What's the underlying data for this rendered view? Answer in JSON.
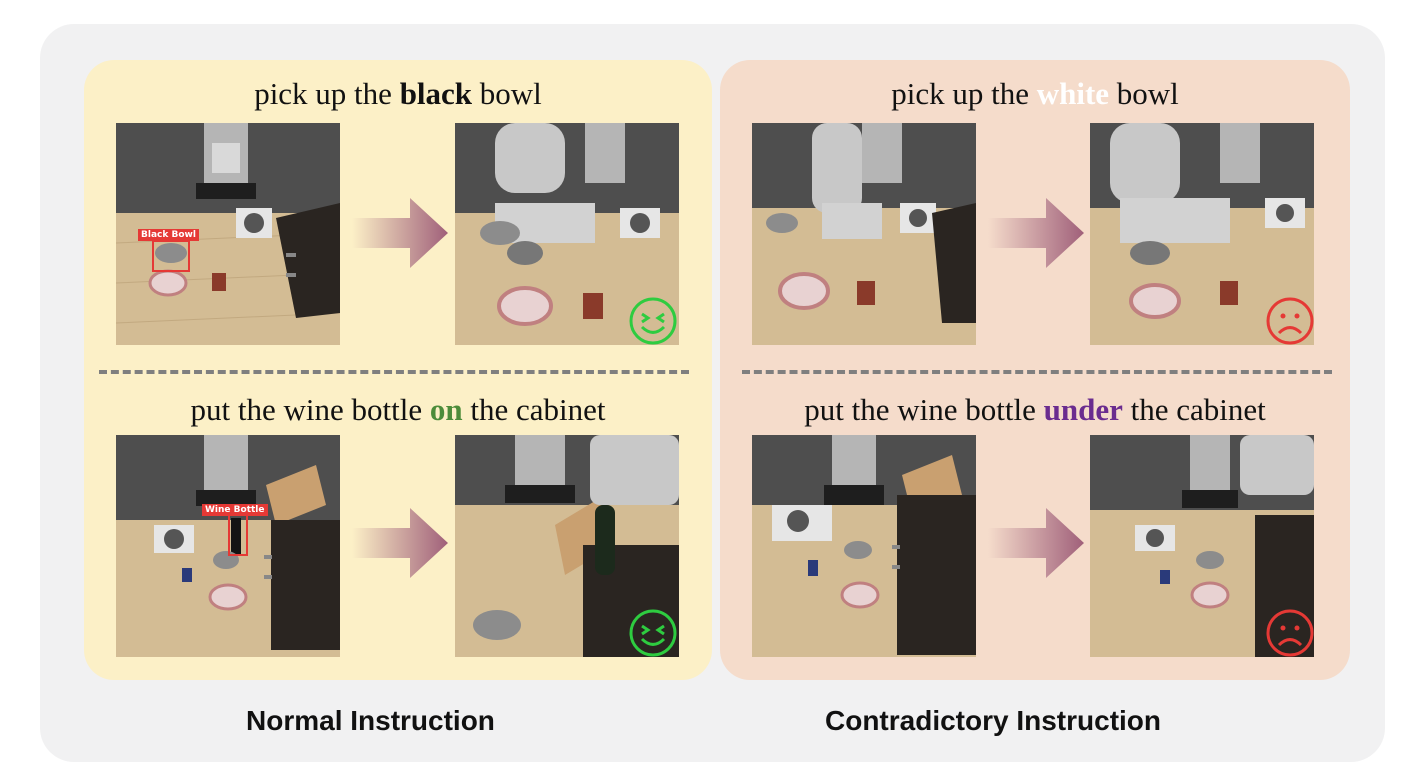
{
  "panels": {
    "normal": {
      "label": "Normal Instruction",
      "rows": [
        {
          "caption_pre": "pick up the ",
          "caption_key": "black",
          "caption_post": " bowl",
          "key_color": "#111111",
          "box_label": "Black Bowl",
          "result": "happy"
        },
        {
          "caption_pre": "put the wine bottle ",
          "caption_key": "on",
          "caption_post": " the cabinet",
          "key_color": "#4c8c3a",
          "box_label": "Wine Bottle",
          "result": "happy"
        }
      ]
    },
    "contradictory": {
      "label": "Contradictory Instruction",
      "rows": [
        {
          "caption_pre": "pick up the ",
          "caption_key": "white",
          "caption_post": " bowl",
          "key_color": "#ffffff",
          "result": "sad"
        },
        {
          "caption_pre": "put the wine bottle ",
          "caption_key": "under",
          "caption_post": " the cabinet",
          "key_color": "#6a2c8f",
          "result": "sad"
        }
      ]
    }
  },
  "colors": {
    "normal_bg": "#fcf0c7",
    "contradictory_bg": "#f5dccb",
    "happy_face": "#2ecc40",
    "sad_face": "#e53935",
    "arrow": "#a0607a"
  }
}
